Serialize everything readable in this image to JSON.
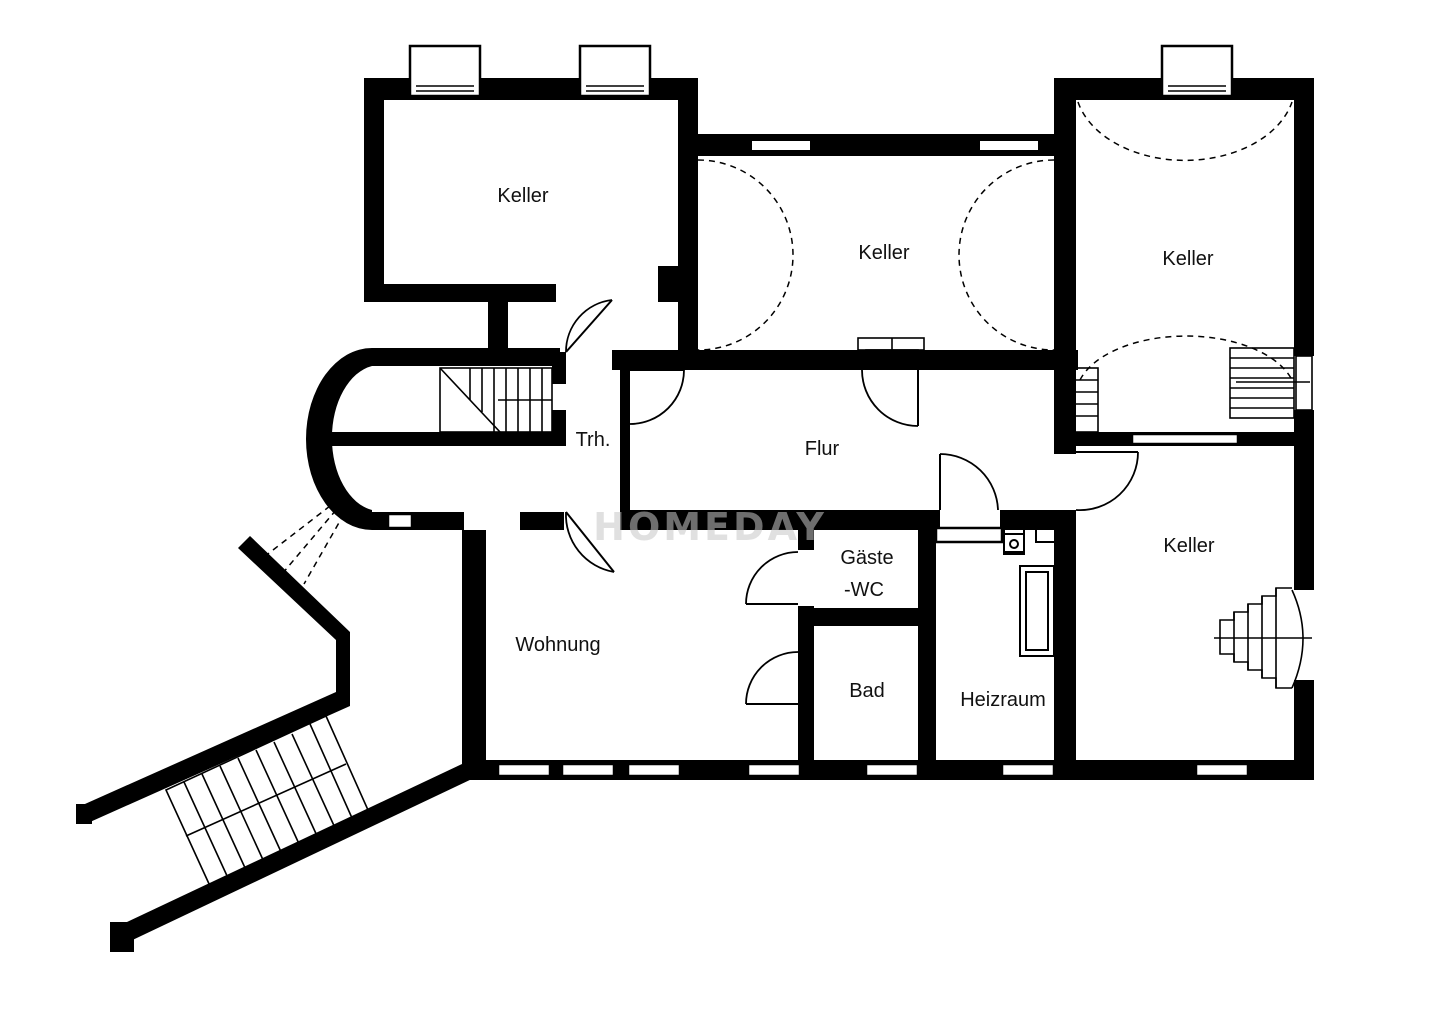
{
  "floorplan": {
    "watermark": "HOMEDAY",
    "rooms": {
      "keller_nw": "Keller",
      "keller_mid": "Keller",
      "keller_ne": "Keller",
      "keller_se": "Keller",
      "trh": "Trh.",
      "flur": "Flur",
      "gaeste_wc_1": "Gäste",
      "gaeste_wc_2": "-WC",
      "wohnung": "Wohnung",
      "bad": "Bad",
      "heizraum": "Heizraum"
    },
    "colors": {
      "wall": "#000000",
      "background": "#ffffff"
    }
  }
}
